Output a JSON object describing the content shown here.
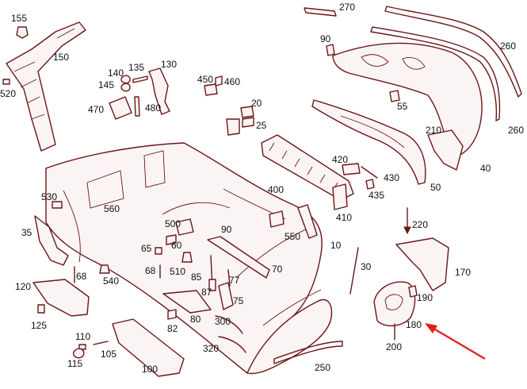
{
  "colors": {
    "line": "#6b1616",
    "arrow": "#e0201c",
    "label": "#111111"
  },
  "labels": {
    "p10": "10",
    "p20": "20",
    "p25": "25",
    "p30": "30",
    "p35": "35",
    "p40": "40",
    "p50": "50",
    "p55": "55",
    "p60": "60",
    "p65": "65",
    "p68a": "68",
    "p68b": "68",
    "p70": "70",
    "p75": "75",
    "p77": "77",
    "p80": "80",
    "p82": "82",
    "p85": "85",
    "p87": "87",
    "p90a": "90",
    "p90b": "90",
    "p100": "100",
    "p105": "105",
    "p110": "110",
    "p115": "115",
    "p120": "120",
    "p125": "125",
    "p130": "130",
    "p135": "135",
    "p140": "140",
    "p145": "145",
    "p150": "150",
    "p155": "155",
    "p170": "170",
    "p180": "180",
    "p190": "190",
    "p200": "200",
    "p210": "210",
    "p220": "220",
    "p250": "250",
    "p260a": "260",
    "p260b": "260",
    "p270": "270",
    "p300": "300",
    "p320": "320",
    "p400": "400",
    "p410": "410",
    "p420": "420",
    "p430": "430",
    "p435": "435",
    "p450": "450",
    "p460": "460",
    "p470": "470",
    "p480": "480",
    "p500": "500",
    "p510": "510",
    "p520": "520",
    "p530": "530",
    "p540": "540",
    "p550": "550",
    "p560": "560"
  }
}
